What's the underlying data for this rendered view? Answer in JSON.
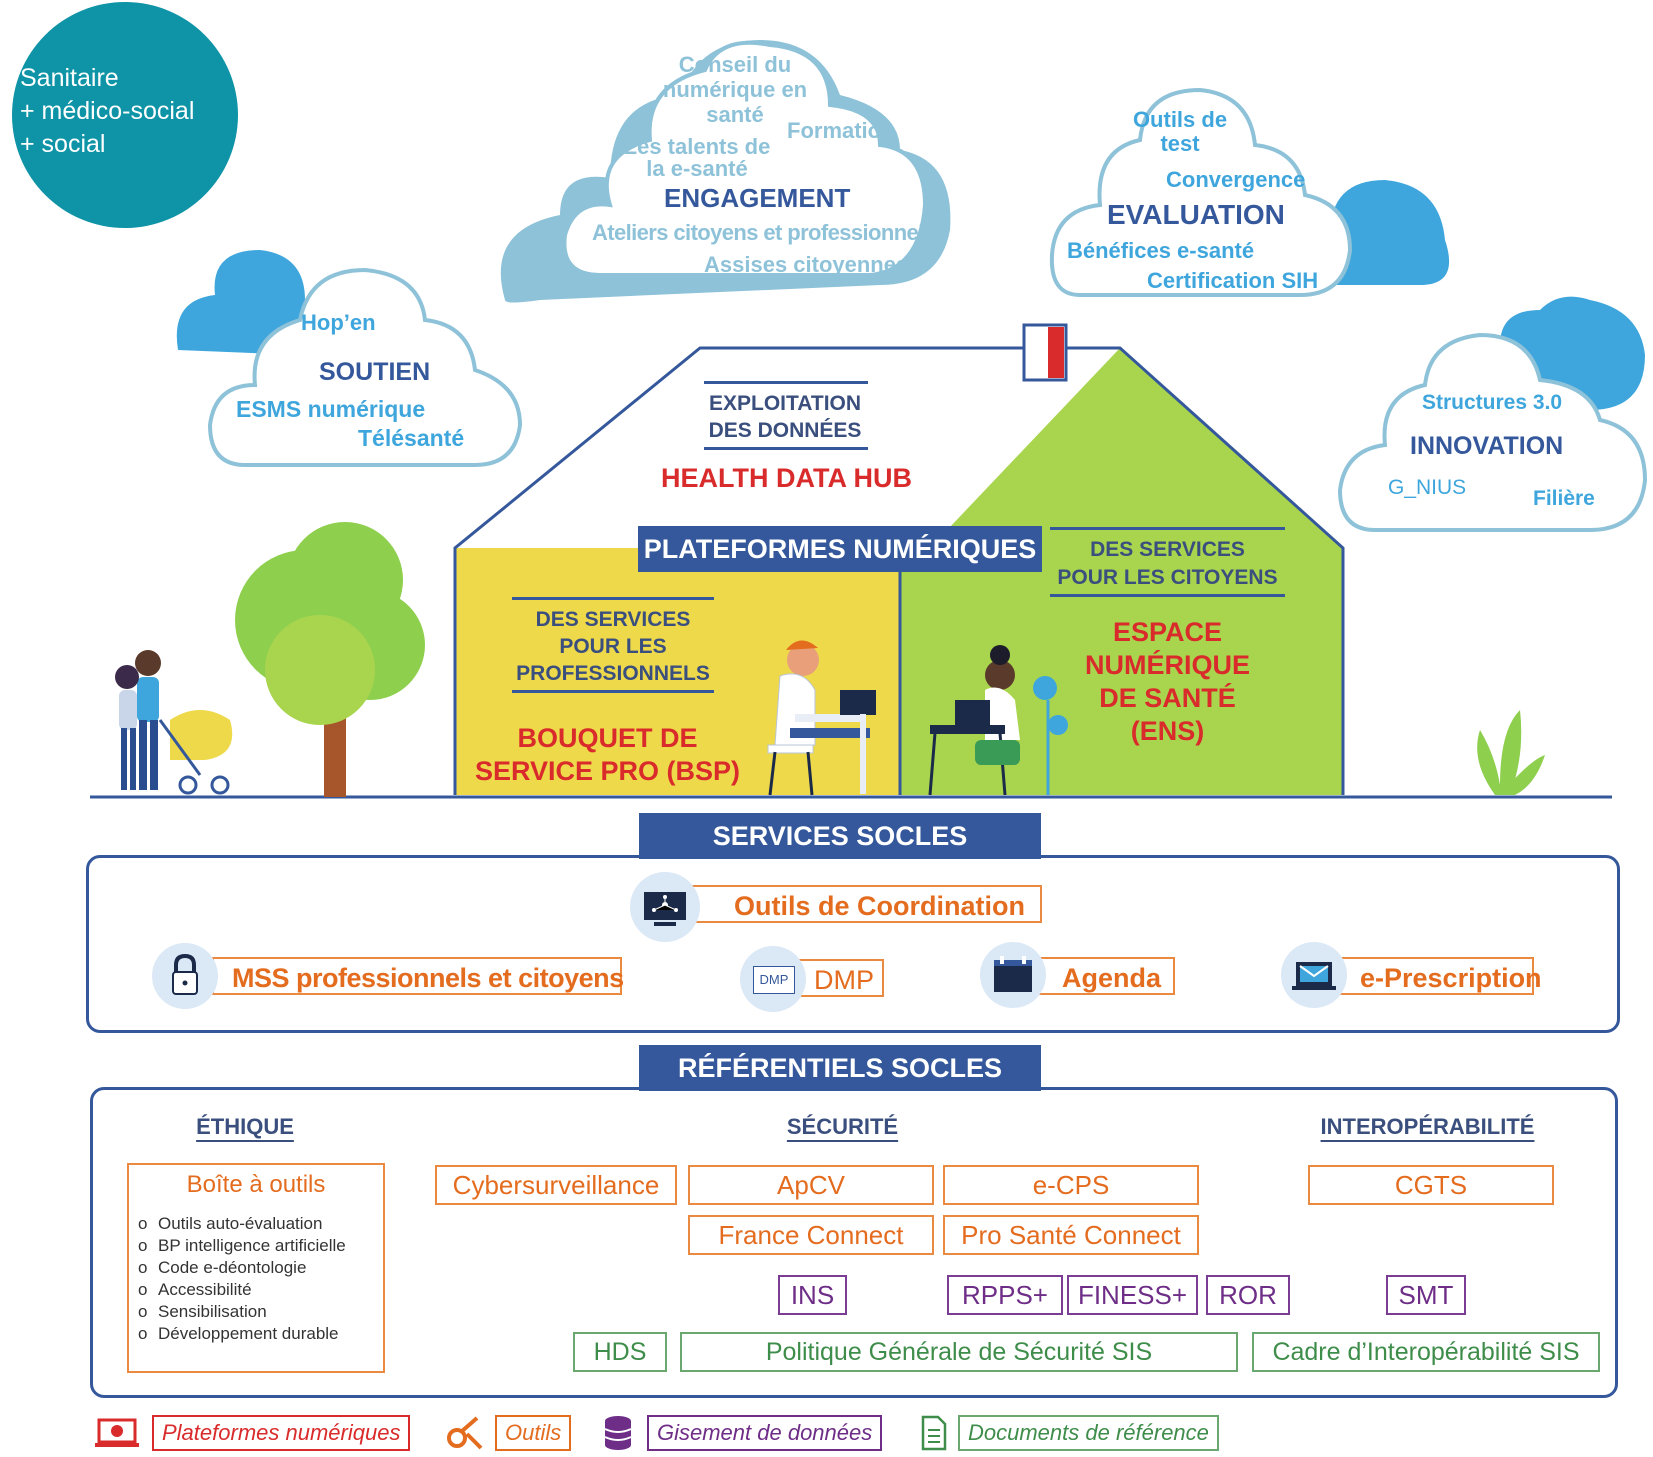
{
  "corner_bubble": {
    "lines": [
      "Sanitaire",
      "+ médico-social",
      "+ social"
    ],
    "color": "#0e94a6"
  },
  "clouds": {
    "engagement": {
      "items_top": [
        "Conseil du",
        "numérique en",
        "santé"
      ],
      "formation": "Formation",
      "talents": [
        "Les talents de",
        "la e-santé"
      ],
      "title": "ENGAGEMENT",
      "ateliers": "Ateliers citoyens et professionnels",
      "assises": "Assises citoyennes"
    },
    "evaluation": {
      "outils": [
        "Outils de",
        "test"
      ],
      "convergence": "Convergence",
      "title": "EVALUATION",
      "benefices": "Bénéfices e-santé",
      "certification": "Certification SIH"
    },
    "soutien": {
      "hopen": "Hop’en",
      "title": "SOUTIEN",
      "esms": "ESMS numérique",
      "telesante": "Télésanté"
    },
    "innovation": {
      "structures": "Structures 3.0",
      "title": "INNOVATION",
      "gnius": "G_NIUS",
      "filiere": "Filière"
    }
  },
  "house": {
    "exploitation": [
      "EXPLOITATION",
      "DES DONNÉES"
    ],
    "hdh": "HEALTH DATA HUB",
    "plateformes": "PLATEFORMES NUMÉRIQUES",
    "pros_header": [
      "DES SERVICES",
      "POUR LES",
      "PROFESSIONNELS"
    ],
    "bsp": [
      "BOUQUET DE",
      "SERVICE PRO (BSP)"
    ],
    "cit_header": [
      "DES SERVICES",
      "POUR LES CITOYENS"
    ],
    "ens": [
      "ESPACE",
      "NUMÉRIQUE",
      "DE SANTÉ",
      "(ENS)"
    ]
  },
  "services_socles": {
    "title": "SERVICES SOCLES",
    "coordination": "Outils de Coordination",
    "mss": "MSS professionnels et citoyens",
    "dmp": "DMP",
    "dmp_icon_label": "DMP",
    "agenda": "Agenda",
    "eprescription": "e-Prescription",
    "icons": [
      "monitor-network-icon",
      "lock-icon",
      "dmp-card-icon",
      "calendar-icon",
      "envelope-laptop-icon"
    ]
  },
  "referentiels": {
    "title": "RÉFÉRENTIELS SOCLES",
    "ethique": "ÉTHIQUE",
    "securite": "SÉCURITÉ",
    "interop": "INTEROPÉRABILITÉ",
    "boite": "Boîte à outils",
    "boite_items": [
      "Outils auto-évaluation",
      "BP intelligence artificielle",
      "Code e-déontologie",
      "Accessibilité",
      "Sensibilisation",
      "Développement durable"
    ],
    "cyber": "Cybersurveillance",
    "apcv": "ApCV",
    "ecps": "e-CPS",
    "cgts": "CGTS",
    "franceconnect": "France Connect",
    "prosante": "Pro Santé Connect",
    "ins": "INS",
    "rpps": "RPPS+",
    "finess": "FINESS+",
    "ror": "ROR",
    "smt": "SMT",
    "hds": "HDS",
    "pgssi": "Politique Générale de Sécurité SIS",
    "cisis": "Cadre d’Interopérabilité SIS"
  },
  "legend": [
    {
      "label": "Plateformes numériques",
      "color": "#d92b2b",
      "icon": "laptop-icon"
    },
    {
      "label": "Outils",
      "color": "#e46c1f",
      "icon": "tools-icon"
    },
    {
      "label": "Gisement de données",
      "color": "#6e2d87",
      "icon": "database-icon"
    },
    {
      "label": "Documents de référence",
      "color": "#3f8d4a",
      "icon": "document-icon"
    }
  ],
  "colors": {
    "navy": "#34589b",
    "orange": "#e46c1f",
    "red": "#d92b2b",
    "purple": "#6e2d87",
    "green": "#3f8d4a",
    "yellow": "#eed94b",
    "lime": "#a9d54e",
    "cloud_text": "#5fb0d6"
  }
}
